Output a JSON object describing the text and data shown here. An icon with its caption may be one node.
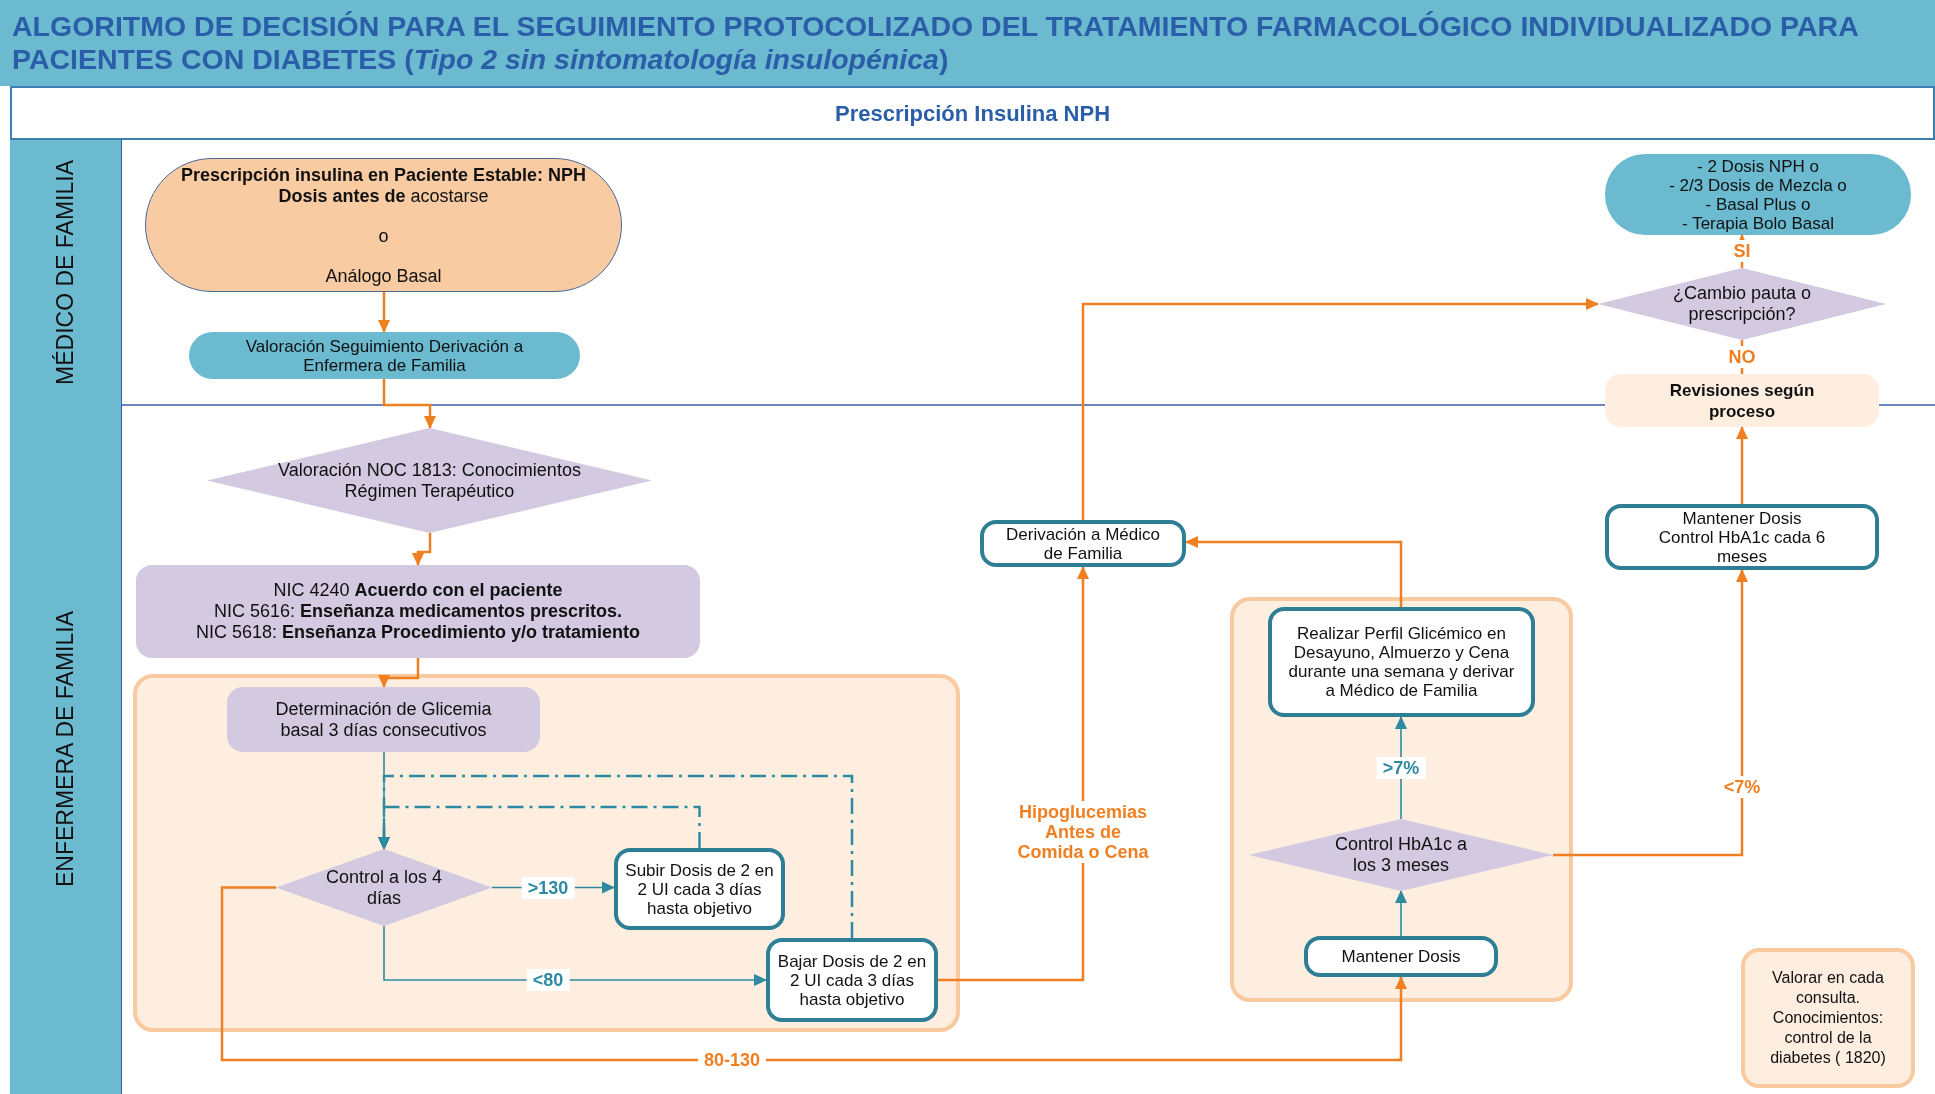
{
  "diagram": {
    "title": "ALGORITMO DE DECISIÓN PARA EL SEGUIMIENTO PROTOCOLIZADO DEL TRATAMIENTO FARMACOLÓGICO INDIVIDUALIZADO PARA PACIENTES CON DIABETES (*Tipo 2 sin sintomatología insulopénica*)",
    "nodes": [
      {
        "text": [
          "Prescripción Insulina NPH"
        ]
      },
      {
        "text": [
          "MÉDICO DE FAMILIA"
        ]
      },
      {
        "text": [
          "ENFERMERA DE FAMILIA"
        ]
      },
      {
        "text": [
          "**Prescripción insulina en Paciente Estable: NPH Dosis antes de** acostarse",
          "o",
          "Análogo Basal"
        ]
      },
      {
        "text": [
          "Valoración Seguimiento Derivación a Enfermera de Familia"
        ]
      },
      {
        "text": [
          "Valoración NOC 1813: Conocimientos Régimen Terapéutico"
        ]
      },
      {
        "text": [
          "NIC 4240 **Acuerdo con el paciente**",
          "NIC 5616: **Enseñanza medicamentos prescritos.**",
          "NIC 5618: **Enseñanza Procedimiento y/o tratamiento**"
        ]
      },
      {
        "text": [],
        "shape": "box"
      },
      {
        "text": [
          "Determinación de Glicemia basal 3 días consecutivos"
        ],
        "in": 7
      },
      {
        "text": [
          "Control a los 4 días"
        ],
        "in": 7
      },
      {
        "text": [
          "Subir Dosis de 2 en 2 UI cada 3 días hasta objetivo"
        ],
        "in": 7
      },
      {
        "text": [
          "Bajar Dosis de 2 en 2 UI cada 3 días hasta objetivo"
        ],
        "in": 7
      },
      {
        "text": [
          "Derivación a Médico de Familia"
        ]
      },
      {
        "text": [],
        "shape": "box"
      },
      {
        "text": [
          "Realizar Perfil Glicémico en Desayuno, Almuerzo y Cena durante una semana y derivar a Médico de Familia"
        ],
        "in": 13
      },
      {
        "text": [
          "Control HbA1c a los 3 meses"
        ],
        "in": 13
      },
      {
        "text": [
          "Mantener Dosis"
        ],
        "in": 13
      },
      {
        "text": [
          "Mantener Dosis Control HbA1c cada 6 meses"
        ]
      },
      {
        "text": [
          "Revisiones según proceso"
        ]
      },
      {
        "text": [
          "¿Cambio pauta o prescripción?"
        ]
      },
      {
        "text": [
          "- 2 Dosis NPH o",
          "- 2/3 Dosis de Mezcla o",
          "- Basal Plus o",
          "- Terapia Bolo Basal"
        ]
      },
      {
        "text": [
          "Valorar en cada consulta. Conocimientos: control de la diabetes ( 1820)"
        ]
      }
    ],
    "edges": [
      {
        "from": 3,
        "to": 4,
        "arrow": "to"
      },
      {
        "from": 4,
        "to": 5,
        "arrow": "to"
      },
      {
        "from": 5,
        "to": 6,
        "arrow": "to"
      },
      {
        "from": 6,
        "to": 8,
        "arrow": "to"
      },
      {
        "from": 8,
        "to": 9,
        "arrow": "to",
        "color": "#2e8aa0"
      },
      {
        "from": 9,
        "to": 10,
        "arrow": "to",
        "label": ">130",
        "color": "#2e8aa0"
      },
      {
        "from": 9,
        "to": 11,
        "arrow": "to",
        "label": "<80",
        "color": "#2e8aa0"
      },
      {
        "from": 10,
        "to": 9,
        "arrow": "to",
        "style": "dashed",
        "color": "#2e8aa0"
      },
      {
        "from": 11,
        "to": 9,
        "arrow": "to",
        "style": "dashed",
        "color": "#2e8aa0"
      },
      {
        "from": 11,
        "to": 12,
        "arrow": "to",
        "label": "Hipoglucemias Antes de Comida o Cena"
      },
      {
        "from": 9,
        "to": 16,
        "arrow": "to",
        "label": "80-130"
      },
      {
        "from": 16,
        "to": 15,
        "arrow": "to",
        "color": "#2e8aa0"
      },
      {
        "from": 15,
        "to": 14,
        "arrow": "to",
        "label": ">7%",
        "color": "#2e8aa0"
      },
      {
        "from": 14,
        "to": 12,
        "arrow": "to"
      },
      {
        "from": 15,
        "to": 17,
        "arrow": "to",
        "label": "<7%"
      },
      {
        "from": 17,
        "to": 18,
        "arrow": "to"
      },
      {
        "from": 19,
        "to": 18,
        "arrow": "none",
        "label": "NO"
      },
      {
        "from": 19,
        "to": 20,
        "arrow": "to",
        "label": "SI"
      },
      {
        "from": 12,
        "to": 19,
        "arrow": "to"
      }
    ]
  }
}
